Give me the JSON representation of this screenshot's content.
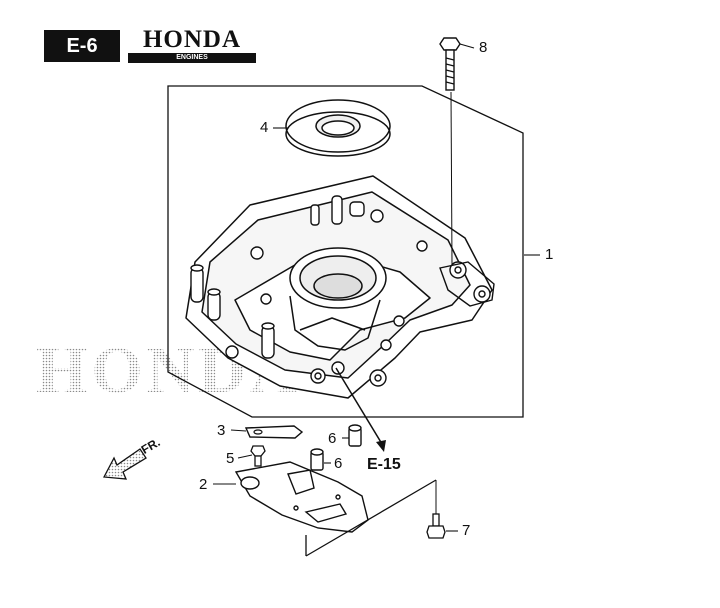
{
  "header": {
    "section_code": "E-6",
    "brand_name": "HONDA",
    "brand_subtitle": "ENGINES"
  },
  "diagram": {
    "watermark_text": "HONDA",
    "front_direction_label": "FR.",
    "reference_label": "E-15",
    "callouts": [
      "1",
      "2",
      "3",
      "4",
      "5",
      "6",
      "6",
      "7",
      "8"
    ]
  }
}
